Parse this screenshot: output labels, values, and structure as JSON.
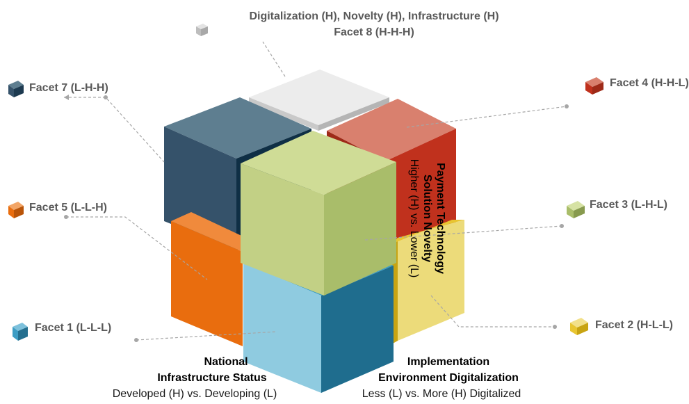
{
  "top_caption": {
    "line1": "Digitalization (H), Novelty (H), Infrastructure (H)",
    "line2": "Facet 8 (H-H-H)"
  },
  "facets": {
    "facet1": {
      "label": "Facet 1 (L-L-L)",
      "color": "#3d9dc4"
    },
    "facet2": {
      "label": "Facet 2 (H-L-L)",
      "color": "#e8c531"
    },
    "facet3": {
      "label": "Facet 3 (L-H-L)",
      "color": "#a9bd6a"
    },
    "facet4": {
      "label": "Facet 4 (H-H-L)",
      "color": "#c0392b"
    },
    "facet5": {
      "label": "Facet 5 (L-L-H)",
      "color": "#ec6a10"
    },
    "facet7": {
      "label": "Facet 7 (L-H-H)",
      "color": "#34566e"
    },
    "facet8": {
      "color": "#d0d0d0"
    }
  },
  "axes": {
    "infrastructure": {
      "title_line1": "National",
      "title_line2": "Infrastructure Status",
      "subtitle": "Developed (H) vs. Developing (L)"
    },
    "digitalization": {
      "title_line1": "Implementation",
      "title_line2": "Environment Digitalization",
      "subtitle": "Less (L) vs. More (H) Digitalized"
    },
    "novelty": {
      "title_line1": "Payment Technology",
      "title_line2": "Solution Novelty",
      "subtitle": "Higher (H) vs. Lower (L)"
    }
  }
}
